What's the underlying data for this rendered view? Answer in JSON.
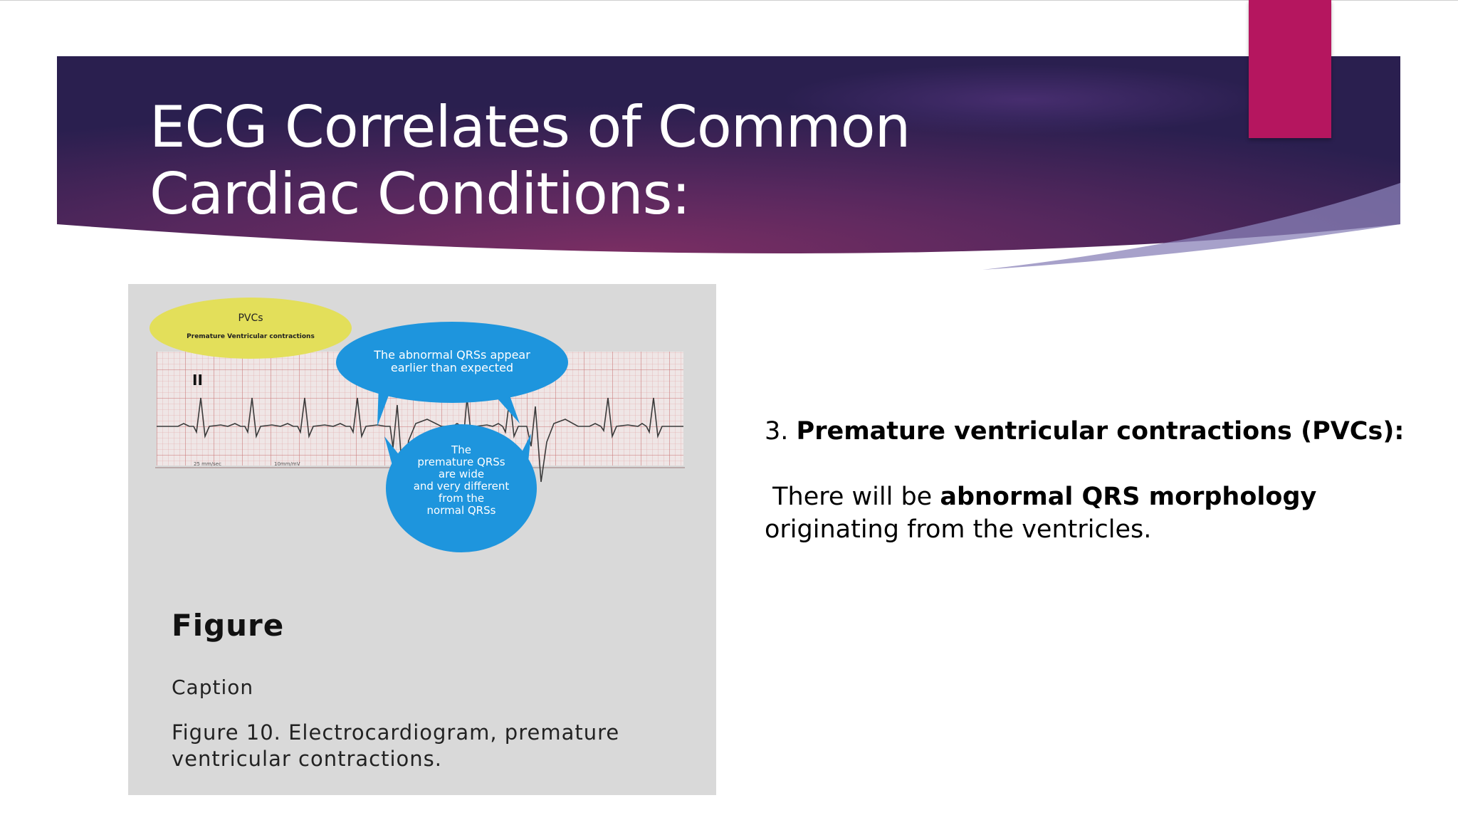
{
  "slide": {
    "title": "ECG Correlates of Common Cardiac Conditions:",
    "colors": {
      "banner_dark": "#2a1f4f",
      "banner_mid": "#6a2c63",
      "accent": "#b5165f",
      "bubble_yellow": "#e3df5a",
      "bubble_blue": "#1e95dd",
      "figure_bg": "#d9d9d9"
    }
  },
  "figure": {
    "pvc_badge_title": "PVCs",
    "pvc_badge_subtitle": "Premature Ventricular contractions",
    "bubble_top_line1": "The abnormal QRSs appear",
    "bubble_top_line2": "earlier than expected",
    "bubble_bottom_line1": "The",
    "bubble_bottom_line2": "premature QRSs",
    "bubble_bottom_line3": "are wide",
    "bubble_bottom_line4": "and very different",
    "bubble_bottom_line5": "from the",
    "bubble_bottom_line6": "normal QRSs",
    "lead_label": "II",
    "speed_label": "25 mm/sec",
    "gain_label": "10mm/mV",
    "heading": "Figure",
    "caption_label": "Caption",
    "caption_text": "Figure 10. Electrocardiogram, premature ventricular contractions."
  },
  "content": {
    "item_number": "3.",
    "item_title": "Premature ventricular contractions (PVCs):",
    "desc_prefix": "There will be",
    "desc_bold": "abnormal QRS morphology",
    "desc_suffix": "originating from the ventricles."
  }
}
